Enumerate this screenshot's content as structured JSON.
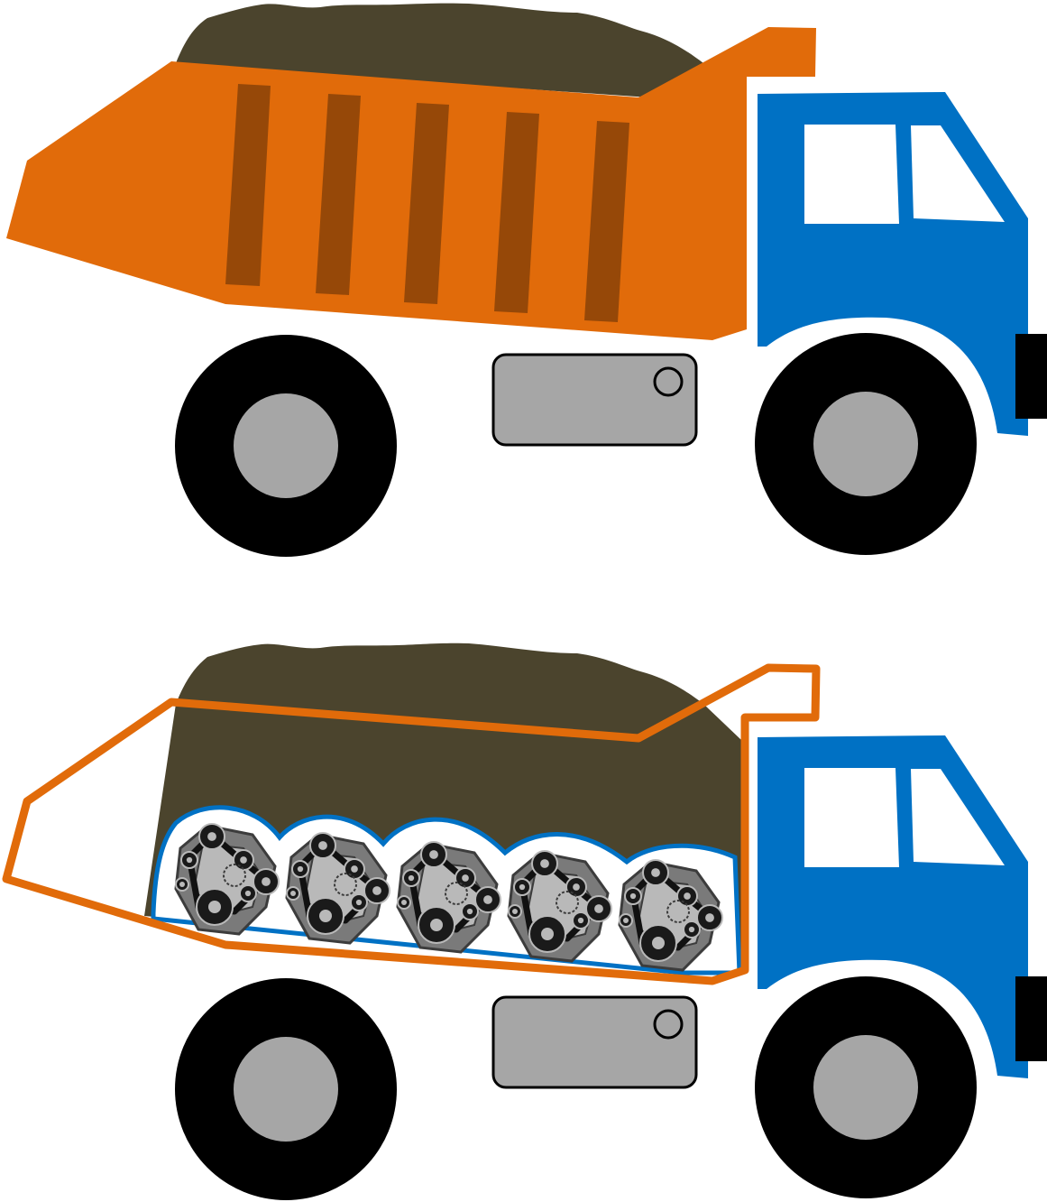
{
  "scene": {
    "background": "#ffffff",
    "trucks": [
      {
        "variant": "loaded-dump-truck",
        "bed_view": "solid",
        "visible_text": []
      },
      {
        "variant": "loaded-dump-truck-cutaway",
        "bed_view": "outline-with-engines",
        "engine_count": 5,
        "visible_text": []
      }
    ]
  },
  "colors": {
    "bed_orange": "#e16b0a",
    "bed_stripe": "#964808",
    "cab_blue": "#0071c4",
    "load_dirt": "#4b442d",
    "tire_black": "#000000",
    "hub_gray": "#a6a6a6",
    "tank_gray": "#a6a6a6",
    "window_white": "#ffffff",
    "engine_dark": "#3c3c3c",
    "engine_mid": "#7a7a7a",
    "engine_light": "#b9b9b9"
  },
  "icons": {
    "truck": "dump-truck-icon",
    "engine": "engine-icon",
    "wheel": "wheel-icon",
    "fuel_tank": "fuel-tank-icon"
  }
}
